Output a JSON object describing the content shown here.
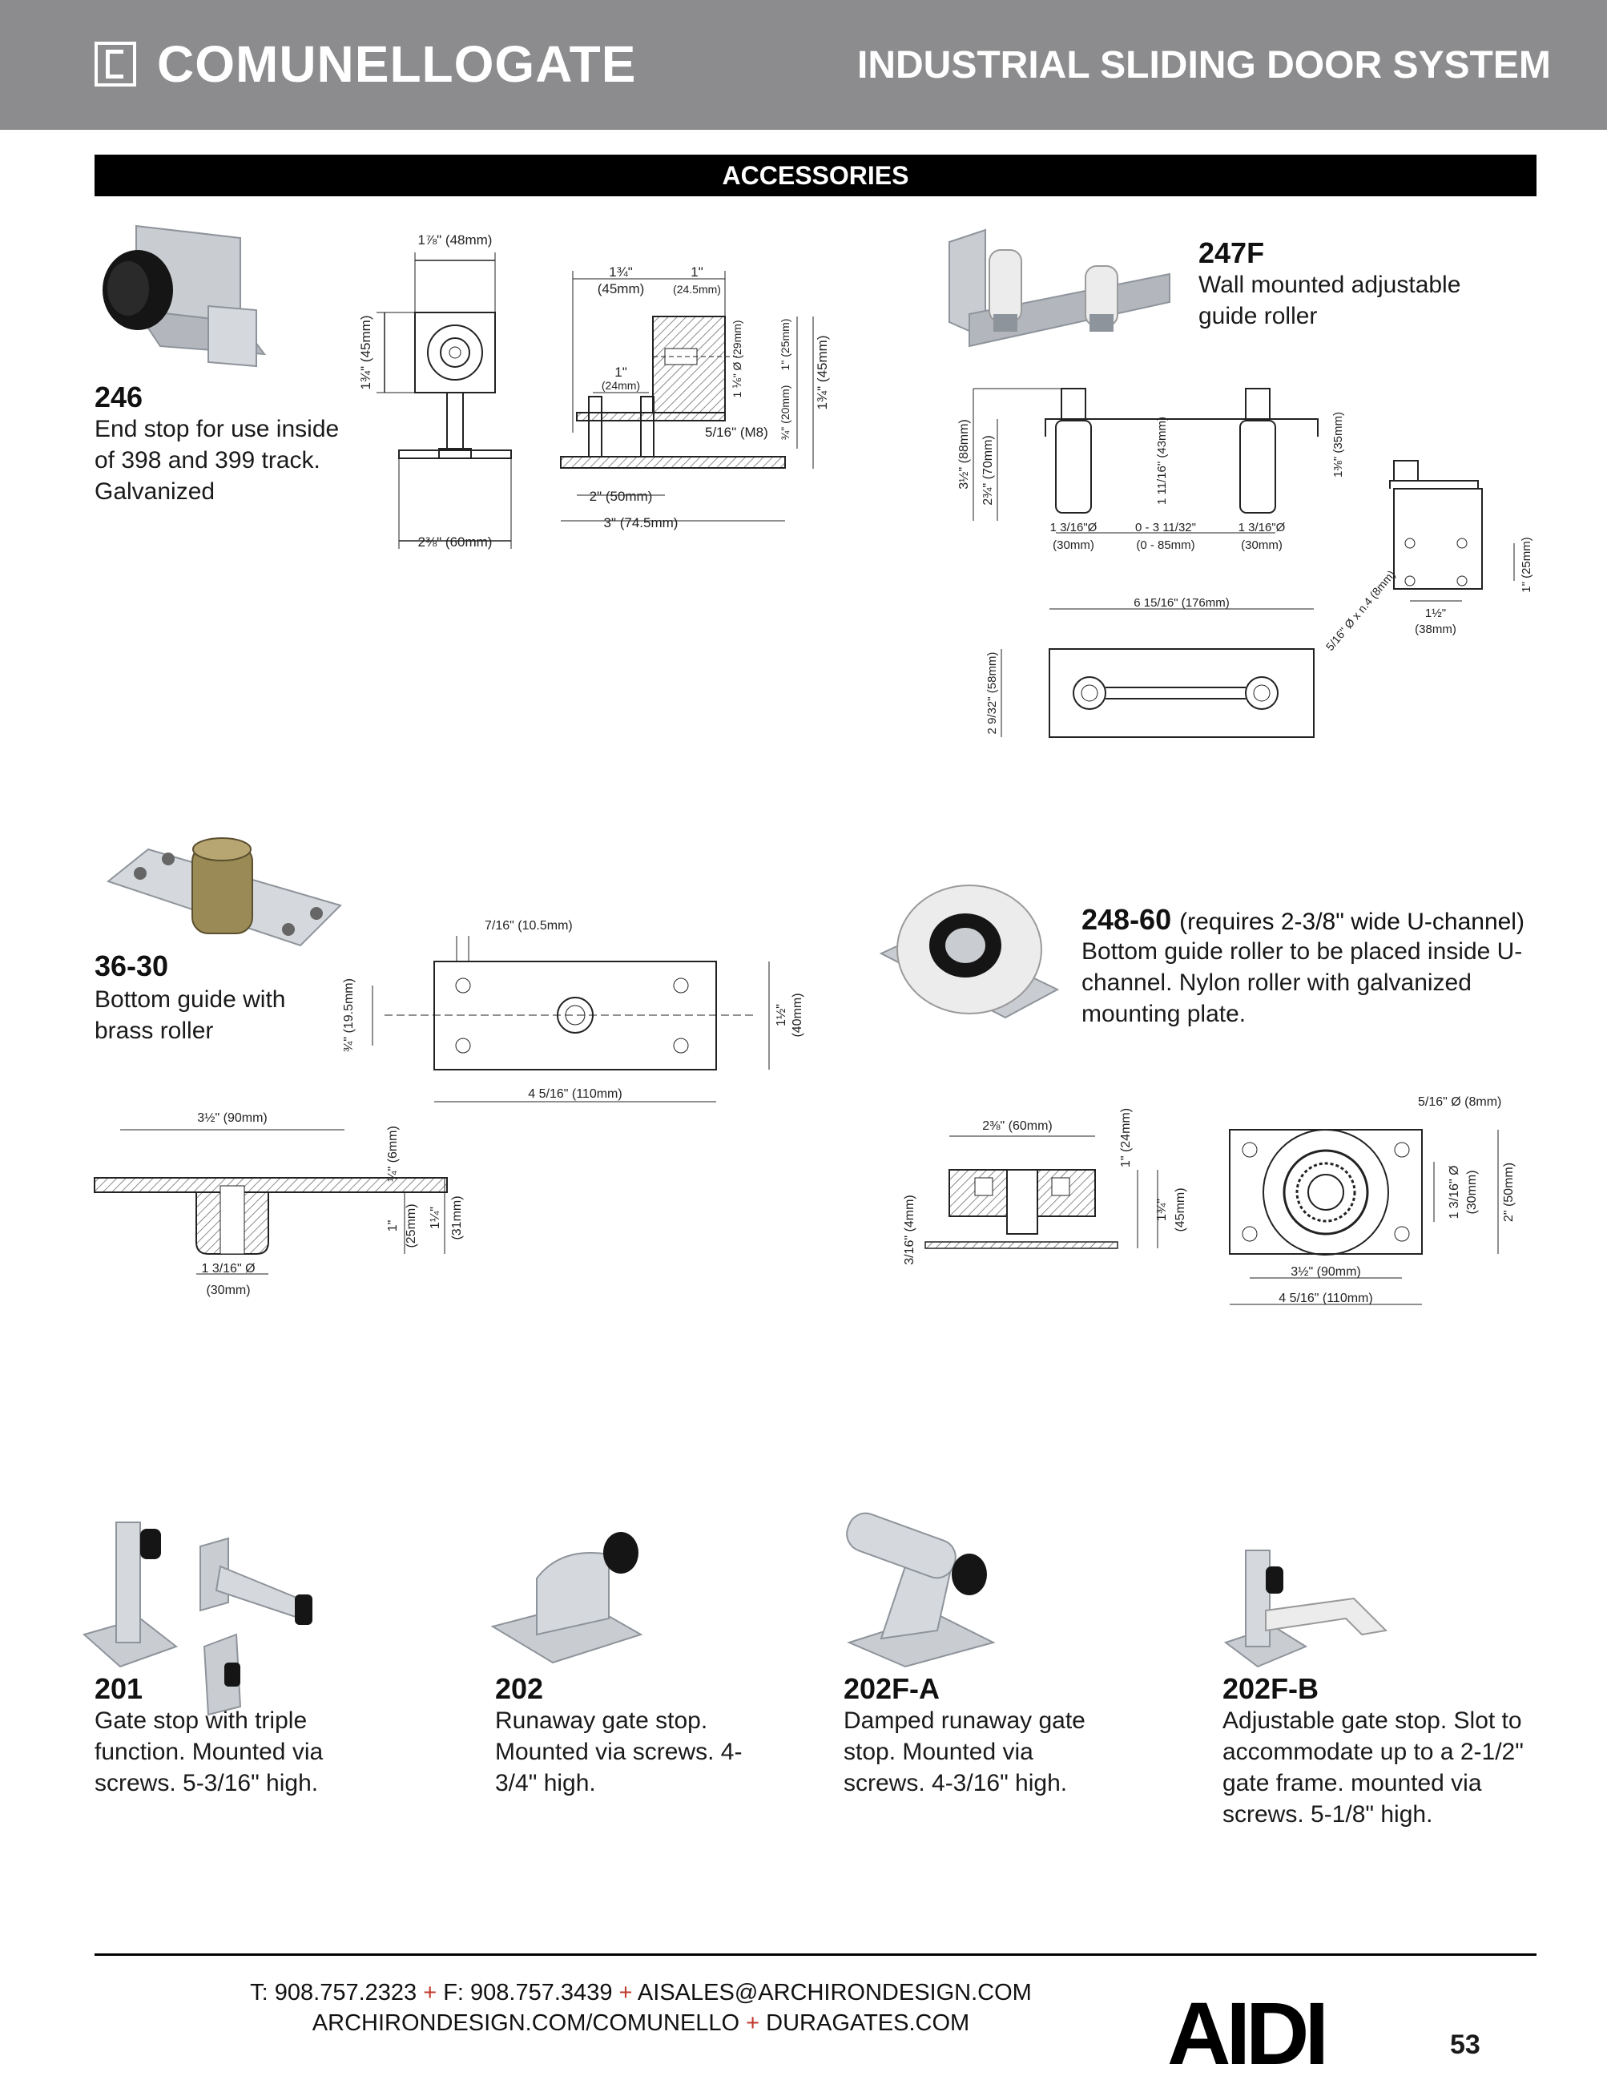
{
  "header": {
    "brand": "COMUNELLOGATE",
    "subtitle": "INDUSTRIAL SLIDING DOOR SYSTEM"
  },
  "section": {
    "title": "ACCESSORIES"
  },
  "products": {
    "p246": {
      "code": "246",
      "desc": "End stop for use inside of 398 and 399 track. Galvanized"
    },
    "p247f": {
      "code": "247F",
      "desc": "Wall mounted adjustable guide roller"
    },
    "p3630": {
      "code": "36-30",
      "desc": "Bottom guide with brass roller"
    },
    "p24860": {
      "code": "248-60",
      "note": "(requires 2-3/8\" wide U-channel)",
      "desc": "Bottom guide roller to be placed inside U-channel. Nylon roller with galvanized mounting plate."
    },
    "p201": {
      "code": "201",
      "desc": "Gate stop with triple function. Mounted via screws. 5-3/16\" high."
    },
    "p202": {
      "code": "202",
      "desc": "Runaway gate stop. Mounted via screws. 4-3/4\" high."
    },
    "p202fa": {
      "code": "202F-A",
      "desc": "Damped runaway gate stop. Mounted via screws. 4-3/16\" high."
    },
    "p202fb": {
      "code": "202F-B",
      "desc": "Adjustable gate stop. Slot to accommodate up to a 2-1/2\" gate frame. mounted via screws. 5-1/8\" high."
    }
  },
  "dims": {
    "d246": {
      "w48": "1⅞\" (48mm)",
      "h45": "1¾\" (45mm)",
      "w60": "2⅜\" (60mm)",
      "w45": "1¾\"",
      "w45mm": "(45mm)",
      "w1": "1\"",
      "w245": "(24.5mm)",
      "w24a": "1\"",
      "w24b": "(24mm)",
      "m8": "5/16\" (M8)",
      "w50": "2\" (50mm)",
      "w745": "3\" (74.5mm)",
      "d29": "1 ⅙\" Ø (29mm)",
      "h25": "1\" (25mm)",
      "h20": "¾\" (20mm)",
      "h45b": "1¾\" (45mm)"
    },
    "d247": {
      "h88": "3½\" (88mm)",
      "h70": "2¾\" (70mm)",
      "h43": "1 11/16\" (43mm)",
      "h35": "1⅜\" (35mm)",
      "d30a": "1 3/16\"Ø",
      "d30amm": "(30mm)",
      "r85": "0 - 3 11/32\"",
      "r85mm": "(0 - 85mm)",
      "d30b": "1 3/16\"Ø",
      "d30bmm": "(30mm)",
      "w176": "6 15/16\" (176mm)",
      "h58": "2 9/32\" (58mm)",
      "hole": "5/16\" Ø x n.4 (8mm)",
      "w38": "1½\"",
      "w38mm": "(38mm)",
      "h25": "1\" (25mm)"
    },
    "d3630": {
      "w105": "7/16\" (10.5mm)",
      "h195": "¾\" (19.5mm)",
      "h40": "1½\"",
      "h40mm": "(40mm)",
      "w110": "4 5/16\" (110mm)",
      "w90": "3½\" (90mm)",
      "h6": "¼\" (6mm)",
      "h25": "1\"",
      "h25mm": "(25mm)",
      "h31": "1¼\"",
      "h31mm": "(31mm)",
      "d30": "1 3/16\" Ø",
      "d30mm": "(30mm)"
    },
    "d24860": {
      "w60": "2⅜\" (60mm)",
      "h24": "1\" (24mm)",
      "h4": "3/16\" (4mm)",
      "h45": "1¾\"",
      "h45mm": "(45mm)",
      "d8": "5/16\" Ø (8mm)",
      "d30": "1 3/16\" Ø",
      "d30mm": "(30mm)",
      "h50": "2\" (50mm)",
      "w90": "3½\" (90mm)",
      "w110": "4 5/16\" (110mm)"
    }
  },
  "footer": {
    "line1": [
      "T: 908.757.2323",
      "F: 908.757.3439",
      "AISALES@ARCHIRONDESIGN.COM"
    ],
    "line2": [
      "ARCHIRONDESIGN.COM/COMUNELLO",
      "DURAGATES.COM"
    ],
    "separator": "+",
    "logo": "AIDI",
    "page_number": "53"
  },
  "colors": {
    "header_bg": "#8c8c8e",
    "section_bar": "#000000",
    "separator": "#c0392b",
    "metal": "#c9ccd1",
    "metal_dark": "#8e949b",
    "rubber": "#151515",
    "nylon": "#ececec",
    "brass": "#9a8a55"
  }
}
